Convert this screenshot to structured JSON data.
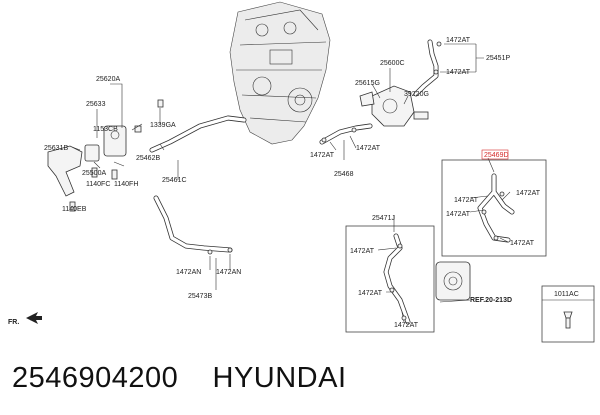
{
  "labels": {
    "p25620A": "25620A",
    "p25633": "25633",
    "p1153CB": "1153CB",
    "p1339GA": "1339GA",
    "p25631B": "25631B",
    "p25462B": "25462B",
    "p25500A": "25500A",
    "p1140FC": "1140FC",
    "p1140FH": "1140FH",
    "p25461C": "25461C",
    "p1140EB": "1140EB",
    "p25600C": "25600C",
    "p25615G": "25615G",
    "p39220G": "39220G",
    "p1472AT_top1": "1472AT",
    "p1472AT_top2": "1472AT",
    "p25451P": "25451P",
    "p1472AT_mid1": "1472AT",
    "p1472AT_mid2": "1472AT",
    "p25468": "25468",
    "p25469D": "25469D",
    "p1472AT_r1": "1472AT",
    "p1472AT_r2": "1472AT",
    "p1472AT_r3": "1472AT",
    "p1472AT_r4": "1472AT",
    "p25471J": "25471J",
    "p1472AT_b1": "1472AT",
    "p1472AT_b2": "1472AT",
    "p1472AT_b3": "1472AT",
    "p1472AN_1": "1472AN",
    "p1472AN_2": "1472AN",
    "p25473B": "25473B",
    "ref": "REF.20-213D",
    "p1011AC": "1011AC",
    "fr": "FR."
  },
  "colors": {
    "highlight": "#d62828",
    "line": "#333333"
  },
  "icons": {
    "front_arrow": "arrow-icon"
  },
  "caption": "2546904200    HYUNDAI"
}
